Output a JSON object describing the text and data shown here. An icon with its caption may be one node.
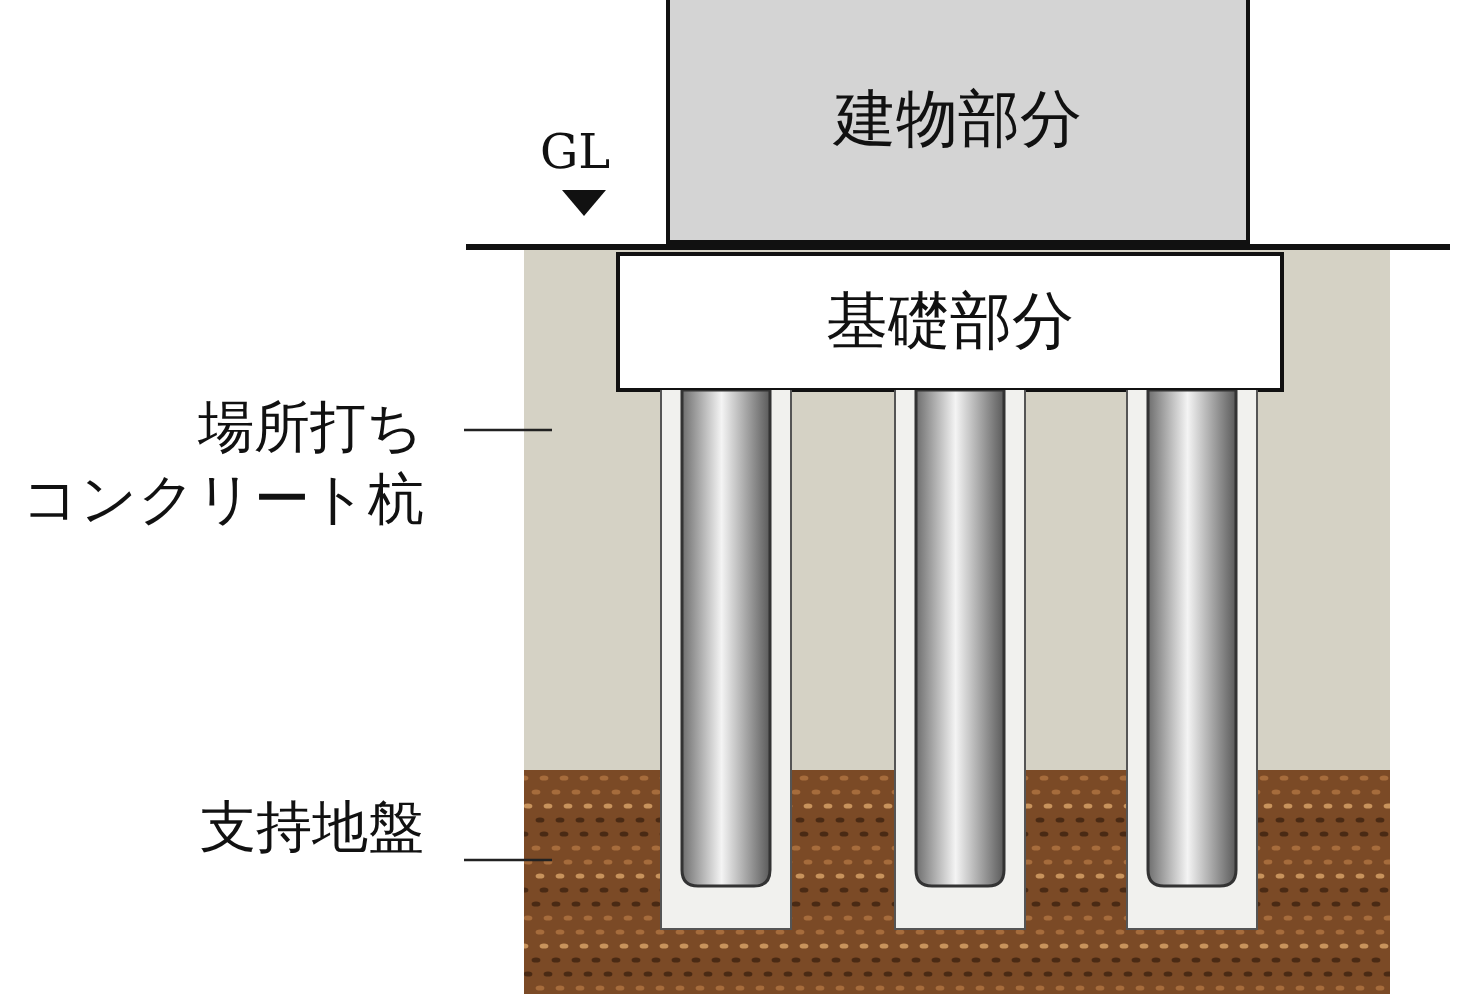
{
  "diagram": {
    "nodes": [
      {
        "text": [
          "建物部分"
        ]
      },
      {
        "text": [
          "基礎部分"
        ]
      },
      {
        "text": [
          "場所打ちコンクリート杭"
        ]
      },
      {
        "text": [],
        "shape": "cylinder"
      },
      {
        "text": [],
        "shape": "cylinder"
      },
      {
        "text": [],
        "shape": "cylinder"
      },
      {
        "text": [
          "支持地盤"
        ]
      },
      {
        "text": [],
        "shape": "box"
      }
    ],
    "edges": [
      {
        "from": 2,
        "to": null,
        "arrow": "none"
      },
      {
        "from": 6,
        "to": 7,
        "arrow": "none"
      }
    ],
    "labels": [
      "GL"
    ]
  }
}
